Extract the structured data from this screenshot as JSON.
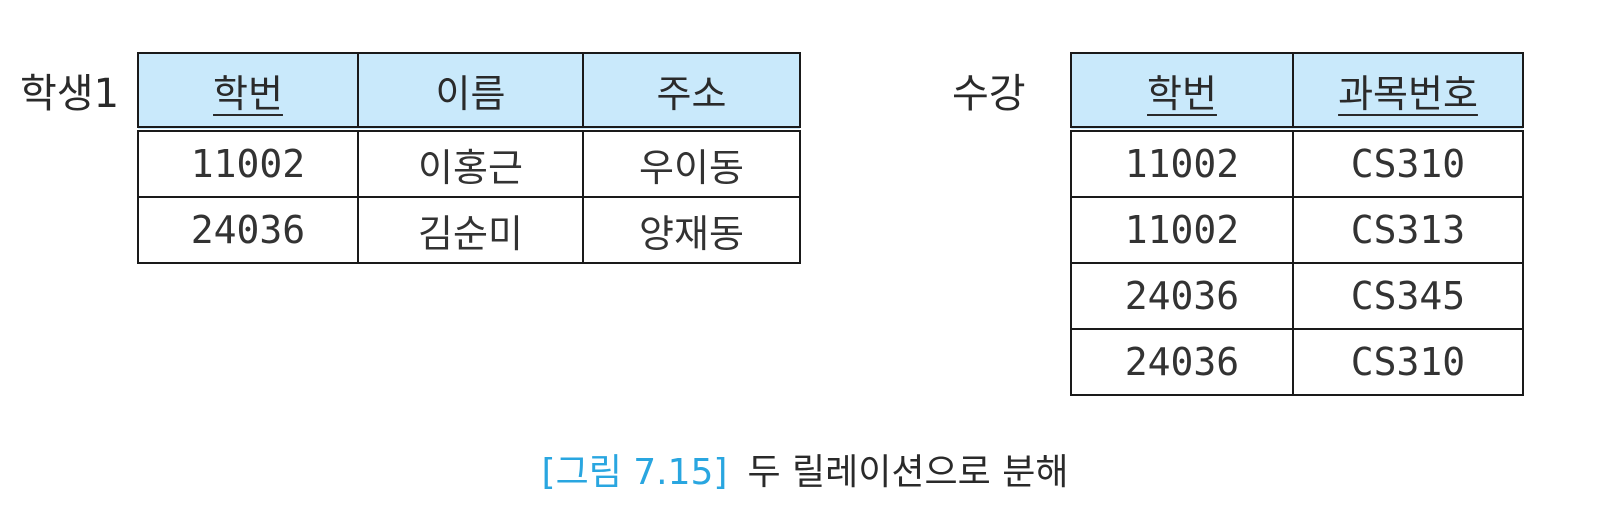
{
  "relations": [
    {
      "name": "학생1",
      "columns": [
        {
          "label": "학번",
          "key": true
        },
        {
          "label": "이름",
          "key": false
        },
        {
          "label": "주소",
          "key": false
        }
      ],
      "rows": [
        [
          "11002",
          "이홍근",
          "우이동"
        ],
        [
          "24036",
          "김순미",
          "양재동"
        ]
      ]
    },
    {
      "name": "수강",
      "columns": [
        {
          "label": "학번",
          "key": true
        },
        {
          "label": "과목번호",
          "key": true
        }
      ],
      "rows": [
        [
          "11002",
          "CS310"
        ],
        [
          "11002",
          "CS313"
        ],
        [
          "24036",
          "CS345"
        ],
        [
          "24036",
          "CS310"
        ]
      ]
    }
  ],
  "caption": {
    "label": "[그림 7.15]",
    "text": "두 릴레이션으로 분해"
  },
  "colors": {
    "header_bg": "#c9e9fb",
    "caption_accent": "#29a6e0"
  }
}
